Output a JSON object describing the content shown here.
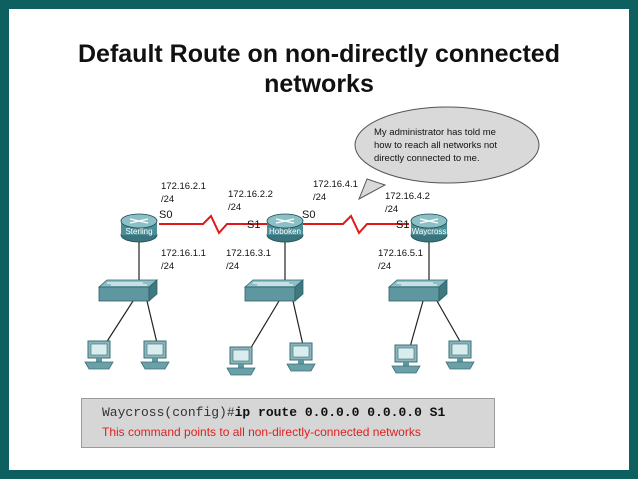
{
  "title": {
    "line1": "Default Route on non-directly connected",
    "line2": "networks"
  },
  "speech_bubble": {
    "line1": "My administrator has told me",
    "line2": "how to reach all networks not",
    "line3": "directly connected to me."
  },
  "routers": {
    "sterling": "Sterling",
    "hoboken": "Hoboken",
    "waycross": "Waycross"
  },
  "interfaces": {
    "sterling_s0": "S0",
    "hoboken_s1": "S1",
    "hoboken_s0": "S0",
    "waycross_s1": "S1"
  },
  "addresses": {
    "a1_ip": "172.16.2.1",
    "a1_mask": "/24",
    "a2_ip": "172.16.2.2",
    "a2_mask": "/24",
    "a3_ip": "172.16.4.1",
    "a3_mask": "/24",
    "a4_ip": "172.16.4.2",
    "a4_mask": "/24",
    "a5_ip": "172.16.1.1",
    "a5_mask": "/24",
    "a6_ip": "172.16.3.1",
    "a6_mask": "/24",
    "a7_ip": "172.16.5.1",
    "a7_mask": "/24"
  },
  "command": {
    "prompt": "Waycross(config)#",
    "keyword": "ip route",
    "args": " 0.0.0.0  0.0.0.0 S1",
    "note": "This command points to all non-directly-connected networks"
  },
  "colors": {
    "border": "#0e5f5f",
    "router": "#4d8f99",
    "switch": "#5f97a0",
    "serial_link": "#e01818",
    "note_text": "#e02020"
  }
}
